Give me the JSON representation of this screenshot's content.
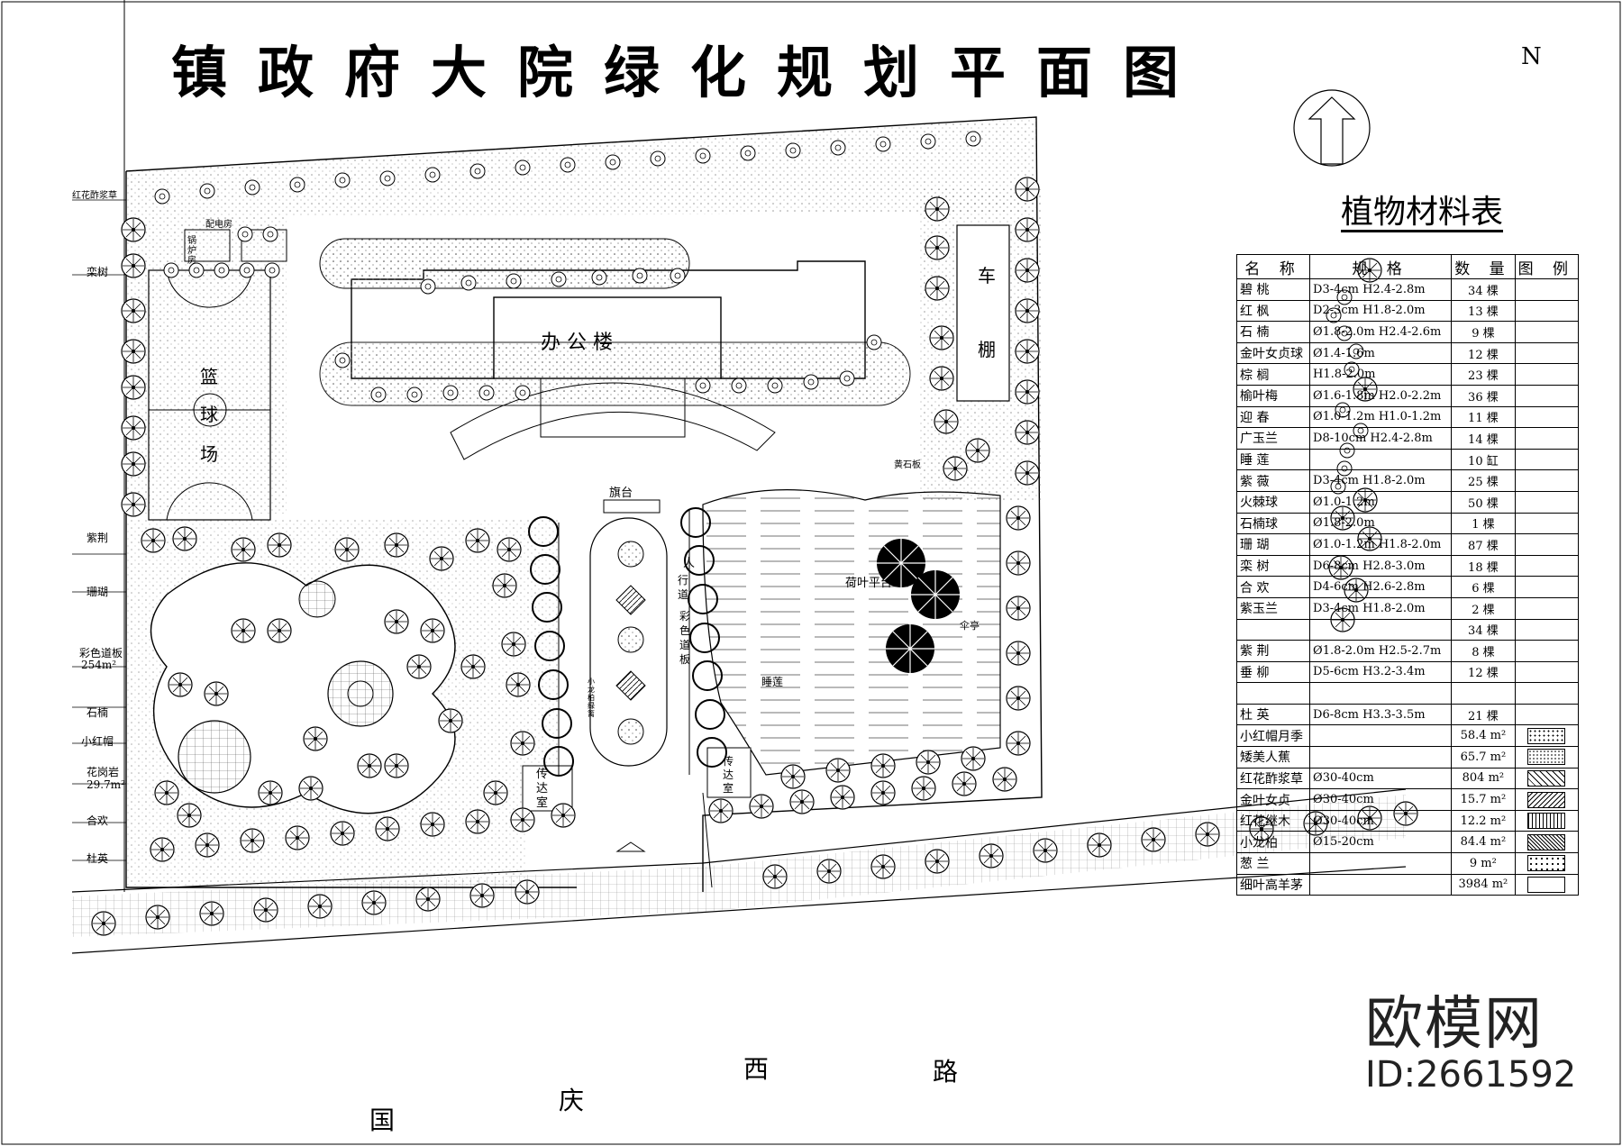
{
  "title": "镇政府大院绿化规划平面图",
  "north_label": "N",
  "table": {
    "title": "植物材料表",
    "headers": [
      "名 称",
      "规 格",
      "数 量",
      "图 例"
    ],
    "rows": [
      {
        "name": "碧 桃",
        "spec": "D3-4cm  H2.4-2.8m",
        "qty": "34 棵"
      },
      {
        "name": "红 枫",
        "spec": "D2-3cm  H1.8-2.0m",
        "qty": "13 棵"
      },
      {
        "name": "石 楠",
        "spec": "Ø1.8-2.0m  H2.4-2.6m",
        "qty": "9 棵"
      },
      {
        "name": "金叶女贞球",
        "spec": "Ø1.4-1.6m",
        "qty": "12 棵"
      },
      {
        "name": "棕 榈",
        "spec": "H1.8-2.0m",
        "qty": "23 棵"
      },
      {
        "name": "榆叶梅",
        "spec": "Ø1.6-1.8m  H2.0-2.2m",
        "qty": "36 棵"
      },
      {
        "name": "迎 春",
        "spec": "Ø1.0-1.2m  H1.0-1.2m",
        "qty": "11 棵"
      },
      {
        "name": "广玉兰",
        "spec": "D8-10cm  H2.4-2.8m",
        "qty": "14 棵"
      },
      {
        "name": "睡 莲",
        "spec": "",
        "qty": "10 缸"
      },
      {
        "name": "紫 薇",
        "spec": "D3-4cm  H1.8-2.0m",
        "qty": "25 棵"
      },
      {
        "name": "火棘球",
        "spec": "Ø1.0-1.2m",
        "qty": "50 棵"
      },
      {
        "name": "石楠球",
        "spec": "Ø1.8-2.0m",
        "qty": "1 棵"
      },
      {
        "name": "珊 瑚",
        "spec": "Ø1.0-1.2m  H1.8-2.0m",
        "qty": "87 棵"
      },
      {
        "name": "栾 树",
        "spec": "D6-8cm  H2.8-3.0m",
        "qty": "18 棵"
      },
      {
        "name": "合 欢",
        "spec": "D4-6cm  H2.6-2.8m",
        "qty": "6 棵"
      },
      {
        "name": "紫玉兰",
        "spec": "D3-4cm  H1.8-2.0m",
        "qty": "2 棵"
      },
      {
        "name": "",
        "spec": "",
        "qty": "34 棵"
      },
      {
        "name": "紫 荆",
        "spec": "Ø1.8-2.0m  H2.5-2.7m",
        "qty": "8 棵"
      },
      {
        "name": "垂 柳",
        "spec": "D5-6cm  H3.2-3.4m",
        "qty": "12 棵"
      },
      {
        "name": "",
        "spec": "",
        "qty": ""
      },
      {
        "name": "杜 英",
        "spec": "D6-8cm  H3.3-3.5m",
        "qty": "21 棵"
      },
      {
        "name": "小红帽月季",
        "spec": "",
        "qty": "58.4 m²"
      },
      {
        "name": "矮美人蕉",
        "spec": "",
        "qty": "65.7 m²"
      },
      {
        "name": "红花酢浆草",
        "spec": "Ø30-40cm",
        "qty": "804 m²"
      },
      {
        "name": "金叶女贞",
        "spec": "Ø30-40cm",
        "qty": "15.7 m²"
      },
      {
        "name": "红花继木",
        "spec": "Ø30-40cm",
        "qty": "12.2 m²"
      },
      {
        "name": "小龙柏",
        "spec": "Ø15-20cm",
        "qty": "84.4 m²"
      },
      {
        "name": "葱 兰",
        "spec": "",
        "qty": "9 m²"
      },
      {
        "name": "细叶高羊茅",
        "spec": "",
        "qty": "3984 m²"
      }
    ]
  },
  "site_labels": {
    "office": "办 公 楼",
    "garage_1": "车",
    "garage_2": "棚",
    "court_1": "篮",
    "court_2": "球",
    "court_3": "场",
    "boiler": "锅炉房",
    "power": "配电房",
    "flag": "旗台",
    "guard_left": "传达室",
    "guard_right": "传达室",
    "lotus_platform": "荷叶平台",
    "umbrella": "伞亭",
    "water_lily": "睡莲",
    "stone_board": "黄石板",
    "walkway_1": "人",
    "walkway_2": "行道",
    "walkway_3": "彩色道板",
    "small_path": "小龙柏绿篱"
  },
  "side_labels": [
    "红花酢浆草",
    "栾树",
    "紫荆",
    "珊瑚",
    "彩色道板",
    "254m²",
    "石楠",
    "小红帽",
    "花岗岩",
    "29.7m²",
    "合欢",
    "杜英"
  ],
  "road": [
    "国",
    "庆",
    "西",
    "路"
  ],
  "watermark": {
    "brand": "欧模网",
    "id": "ID:2661592"
  }
}
